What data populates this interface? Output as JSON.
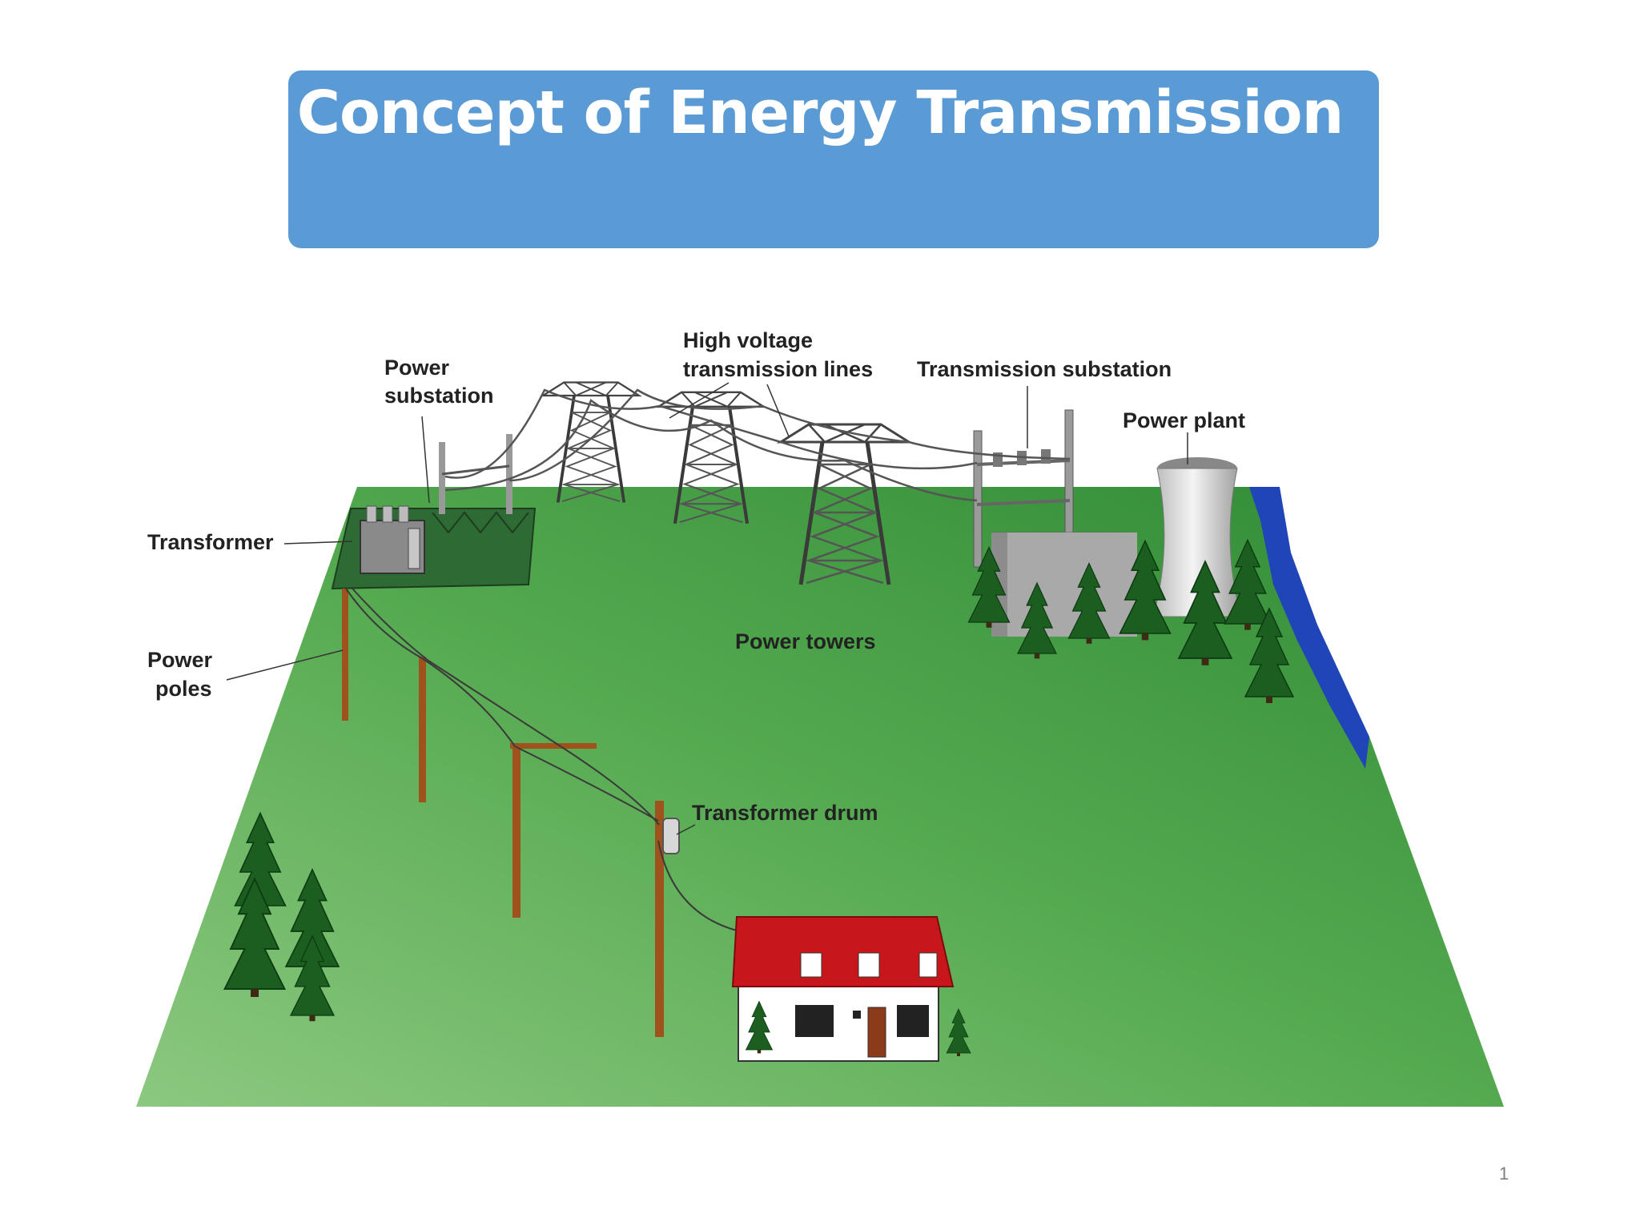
{
  "slide": {
    "title": "Concept of Energy Transmission",
    "page_number": "1"
  },
  "labels": {
    "power_substation_line1": "Power",
    "power_substation_line2": "substation",
    "high_voltage_line1": "High voltage",
    "high_voltage_line2": "transmission lines",
    "transmission_substation": "Transmission substation",
    "power_plant": "Power plant",
    "transformer": "Transformer",
    "power_poles_line1": "Power",
    "power_poles_line2": "poles",
    "power_towers": "Power towers",
    "transformer_drum": "Transformer drum"
  },
  "colors": {
    "title_bg": "#5b9bd5",
    "grass": "#4a9e45",
    "water": "#1f45b8",
    "roof": "#c8171c",
    "pole": "#a0521c",
    "tree": "#1b5e20"
  }
}
